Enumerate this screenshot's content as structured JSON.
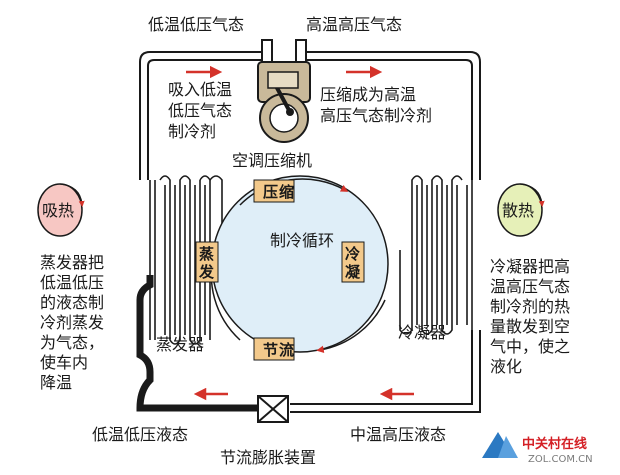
{
  "labels": {
    "low_gas": "低温低压气态",
    "high_gas": "高温高压气态",
    "suction": [
      "吸入低温",
      "低压气态",
      "制冷剂"
    ],
    "compress_to": [
      "压缩成为高温",
      "高压气态制冷剂"
    ],
    "compressor": "空调压缩机",
    "cycle": "制冷循环",
    "absorb_heat": "吸热",
    "release_heat": "散热",
    "evaporator_desc": [
      "蒸发器把",
      "低温低压",
      "的液态制",
      "冷剂蒸发",
      "为气态，",
      "使车内",
      "降温"
    ],
    "condenser_desc": [
      "冷凝器把高",
      "温高压气态",
      "制冷剂的热",
      "量散发到空",
      "气中，使之",
      "液化"
    ],
    "evaporator": "蒸发器",
    "condenser": "冷凝器",
    "low_liquid": "低温低压液态",
    "mid_liquid": "中温高压液态",
    "expansion_device": "节流膨胀装置"
  },
  "cycle_steps": {
    "compress": [
      "压",
      "缩"
    ],
    "condense": [
      "冷",
      "凝"
    ],
    "throttle": [
      "节",
      "流"
    ],
    "evaporate": [
      "蒸",
      "发"
    ]
  },
  "watermark": {
    "cn": "中关村在线",
    "en": "ZOL.COM.CN"
  },
  "colors": {
    "pipe": "#1a1a1a",
    "arrow": "#d4322a",
    "step_box": "#f3c98b",
    "cycle_fill": "#dfeef8",
    "absorb_fill": "#f7c7c3",
    "release_fill": "#e6f0b8",
    "compressor_body": "#c9b99a"
  }
}
